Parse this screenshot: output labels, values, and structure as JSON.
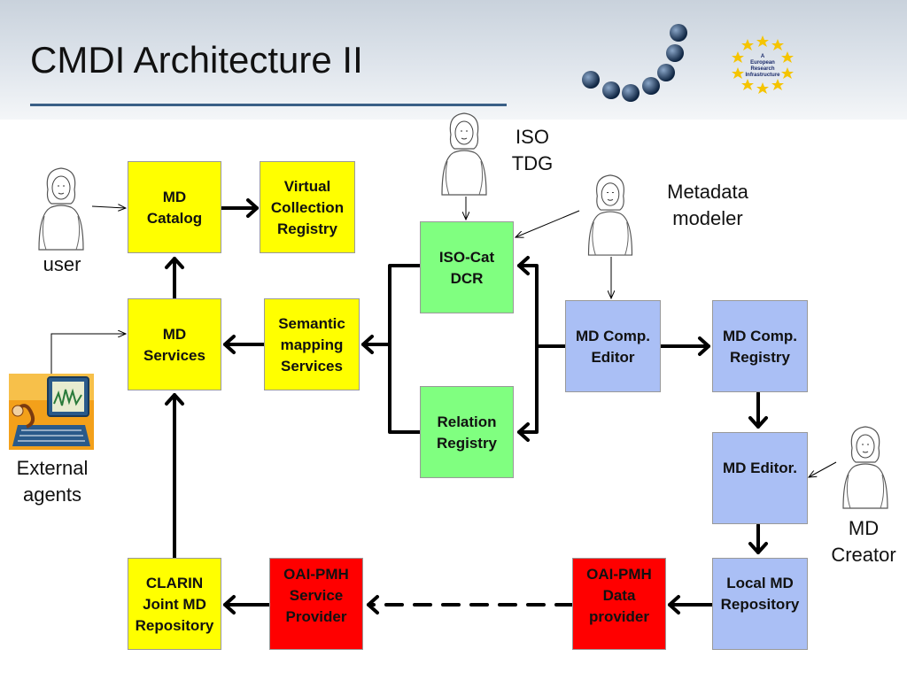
{
  "title": "CMDI Architecture II",
  "logo": {
    "line1": "A",
    "line2": "European",
    "line3": "Research",
    "line4": "Infrastructure"
  },
  "boxes": {
    "md_catalog": "MD\nCatalog",
    "virtual_collection_registry": "Virtual\nCollection\nRegistry",
    "iso_cat_dcr": "ISO-Cat\nDCR",
    "md_services": "MD\nServices",
    "semantic_mapping_services": "Semantic\nmapping\nServices",
    "relation_registry": "Relation\nRegistry",
    "md_comp_editor": "MD Comp.\nEditor",
    "md_comp_registry": "MD Comp.\nRegistry",
    "md_editor": "MD Editor.",
    "clarin_joint_md_repository": "CLARIN\nJoint MD\nRepository",
    "oai_pmh_service_provider": "OAI-PMH\nService\nProvider",
    "oai_pmh_data_provider": "OAI-PMH\nData\nprovider",
    "local_md_repository": "Local MD\nRepository"
  },
  "actors": {
    "user": "user",
    "external_agents": "External\nagents",
    "iso_tdg": "ISO\nTDG",
    "metadata_modeler": "Metadata\nmodeler",
    "md_creator": "MD\nCreator"
  },
  "colors": {
    "yellow": "#ffff00",
    "green": "#80ff80",
    "blue": "#aabff5",
    "red": "#ff0000",
    "title_rule": "#3a5f86"
  }
}
